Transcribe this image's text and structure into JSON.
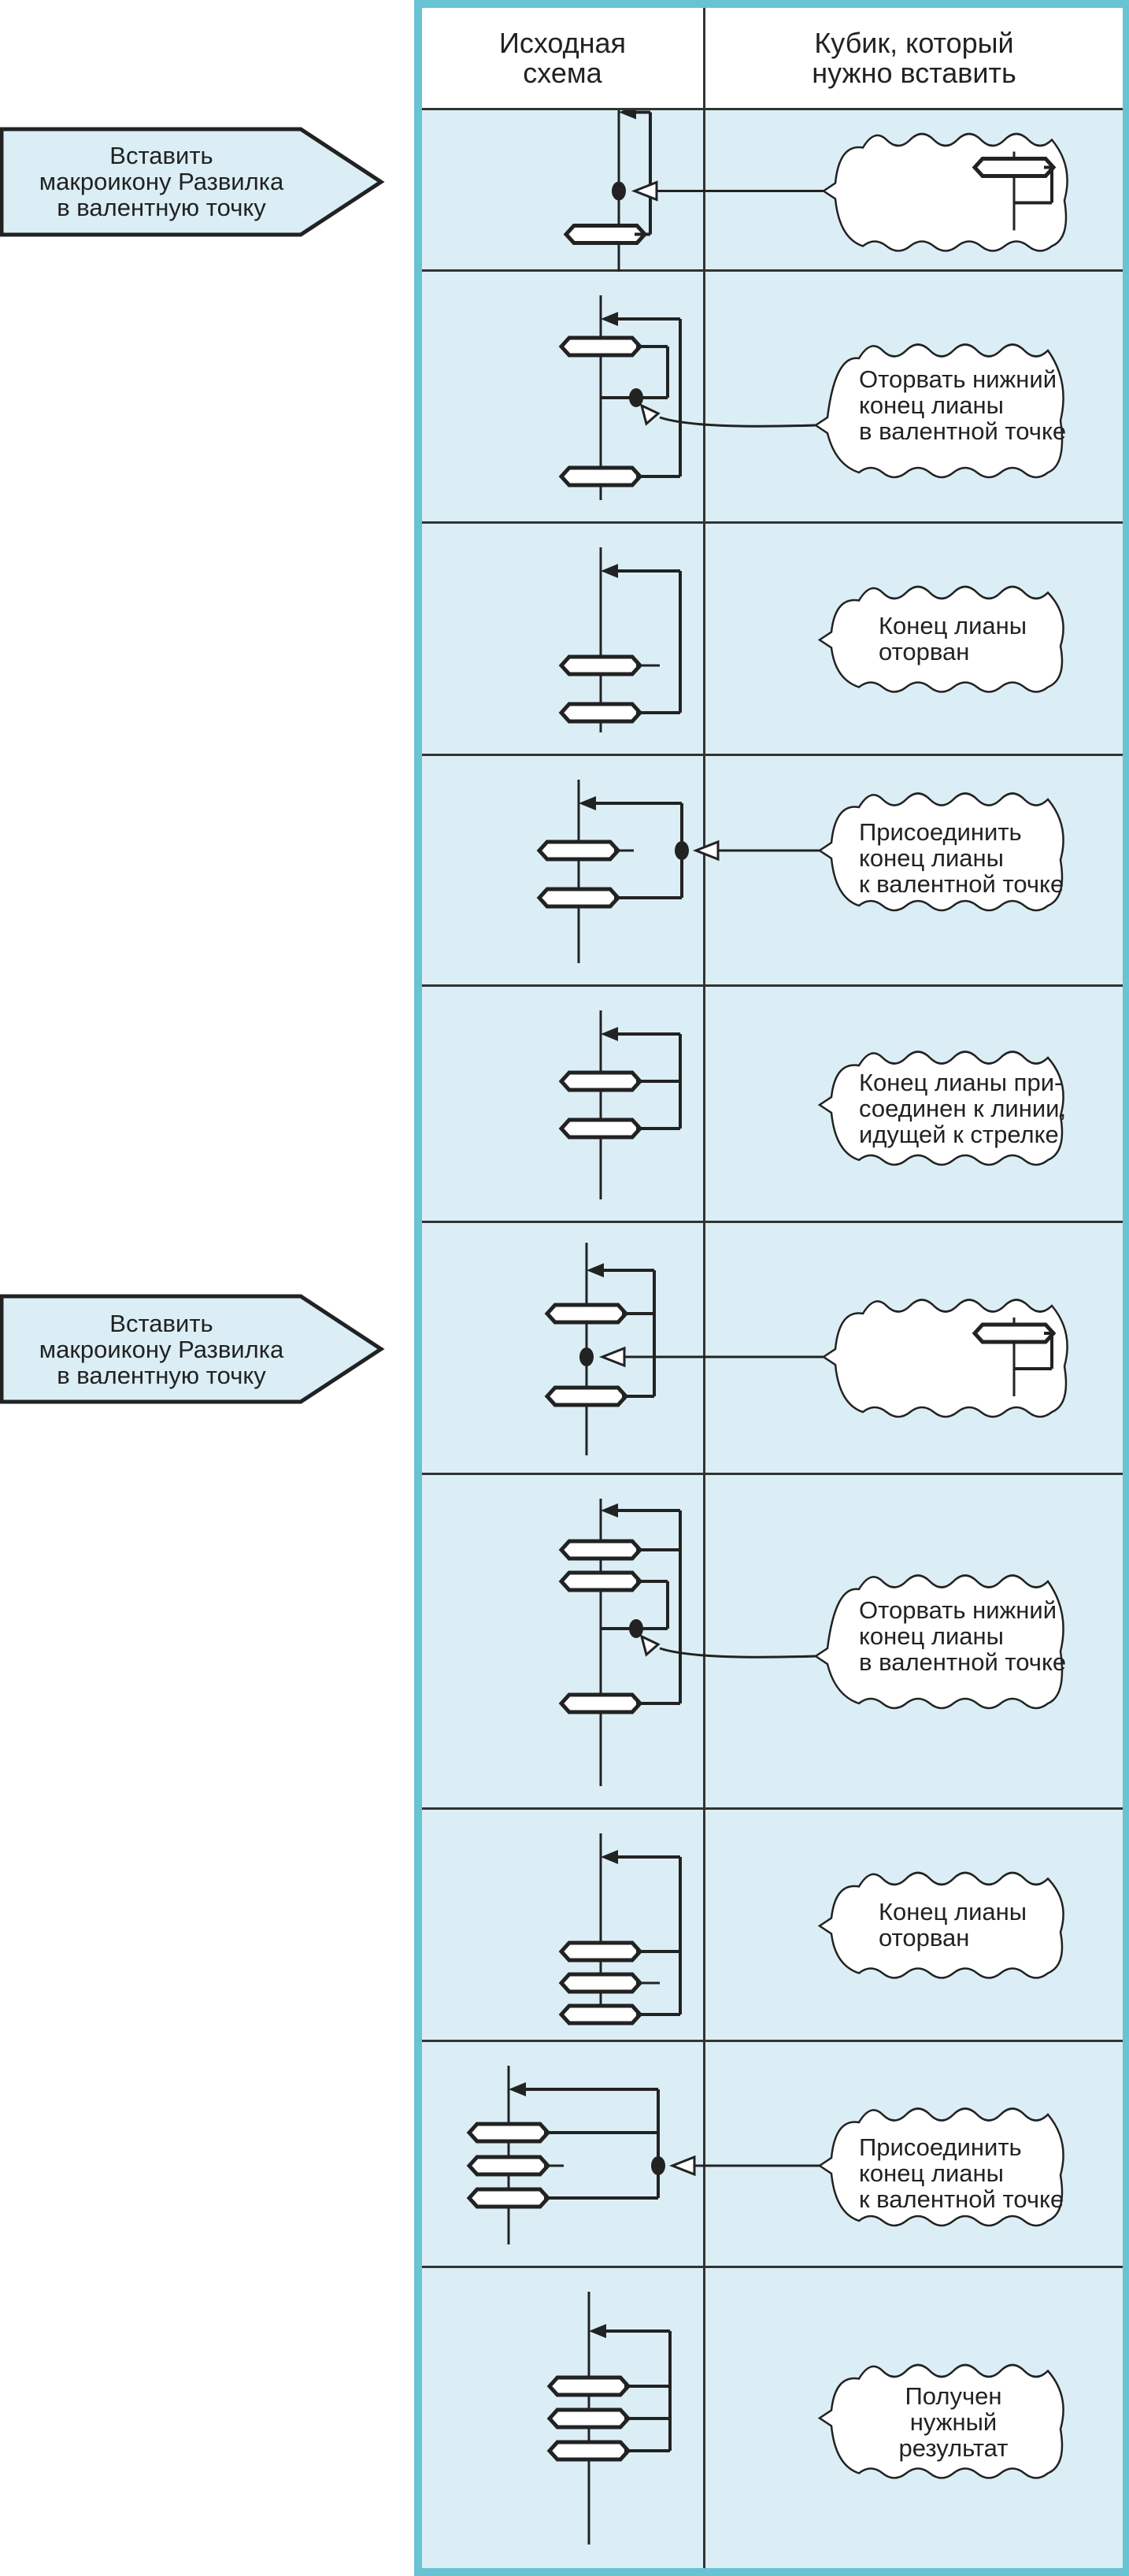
{
  "header": {
    "col1": "Исходная\nсхема",
    "col2": "Кубик, который\nнужно вставить"
  },
  "colors": {
    "frame": "#68c3d3",
    "cell": "#dbeef5",
    "header": "#ffffff",
    "line": "#222222"
  },
  "side_tags": [
    {
      "text": "Вставить\nмакроикону Развилка\nв валентную точку",
      "row": 0
    },
    {
      "text": "Вставить\nмакроикону Развилка\nв валентную точку",
      "row": 5
    }
  ],
  "rows": [
    {
      "kind": "insert-fork",
      "icons": 1,
      "branch": "dot",
      "bubble": null
    },
    {
      "kind": "tear",
      "icons": 2,
      "bubble": "Оторвать нижний\nконец лианы\nв валентной точке"
    },
    {
      "kind": "torn",
      "icons": 2,
      "bubble": "Конец лианы\nоторван"
    },
    {
      "kind": "attach",
      "icons": 2,
      "bubble": "Присоединить\nконец лианы\nк валентной точке"
    },
    {
      "kind": "joined",
      "icons": 2,
      "bubble": "Конец лианы при-\nсоединен к линии,\nидущей к стрелке"
    },
    {
      "kind": "insert-fork",
      "icons": 2,
      "bubble": null
    },
    {
      "kind": "tear",
      "icons": 3,
      "bubble": "Оторвать нижний\nконец лианы\nв валентной точке"
    },
    {
      "kind": "torn",
      "icons": 3,
      "bubble": "Конец лианы\nоторван"
    },
    {
      "kind": "attach",
      "icons": 3,
      "bubble": "Присоединить\nконец лианы\nк валентной точке"
    },
    {
      "kind": "joined",
      "icons": 3,
      "bubble": "Получен нужный\nрезультат"
    }
  ]
}
